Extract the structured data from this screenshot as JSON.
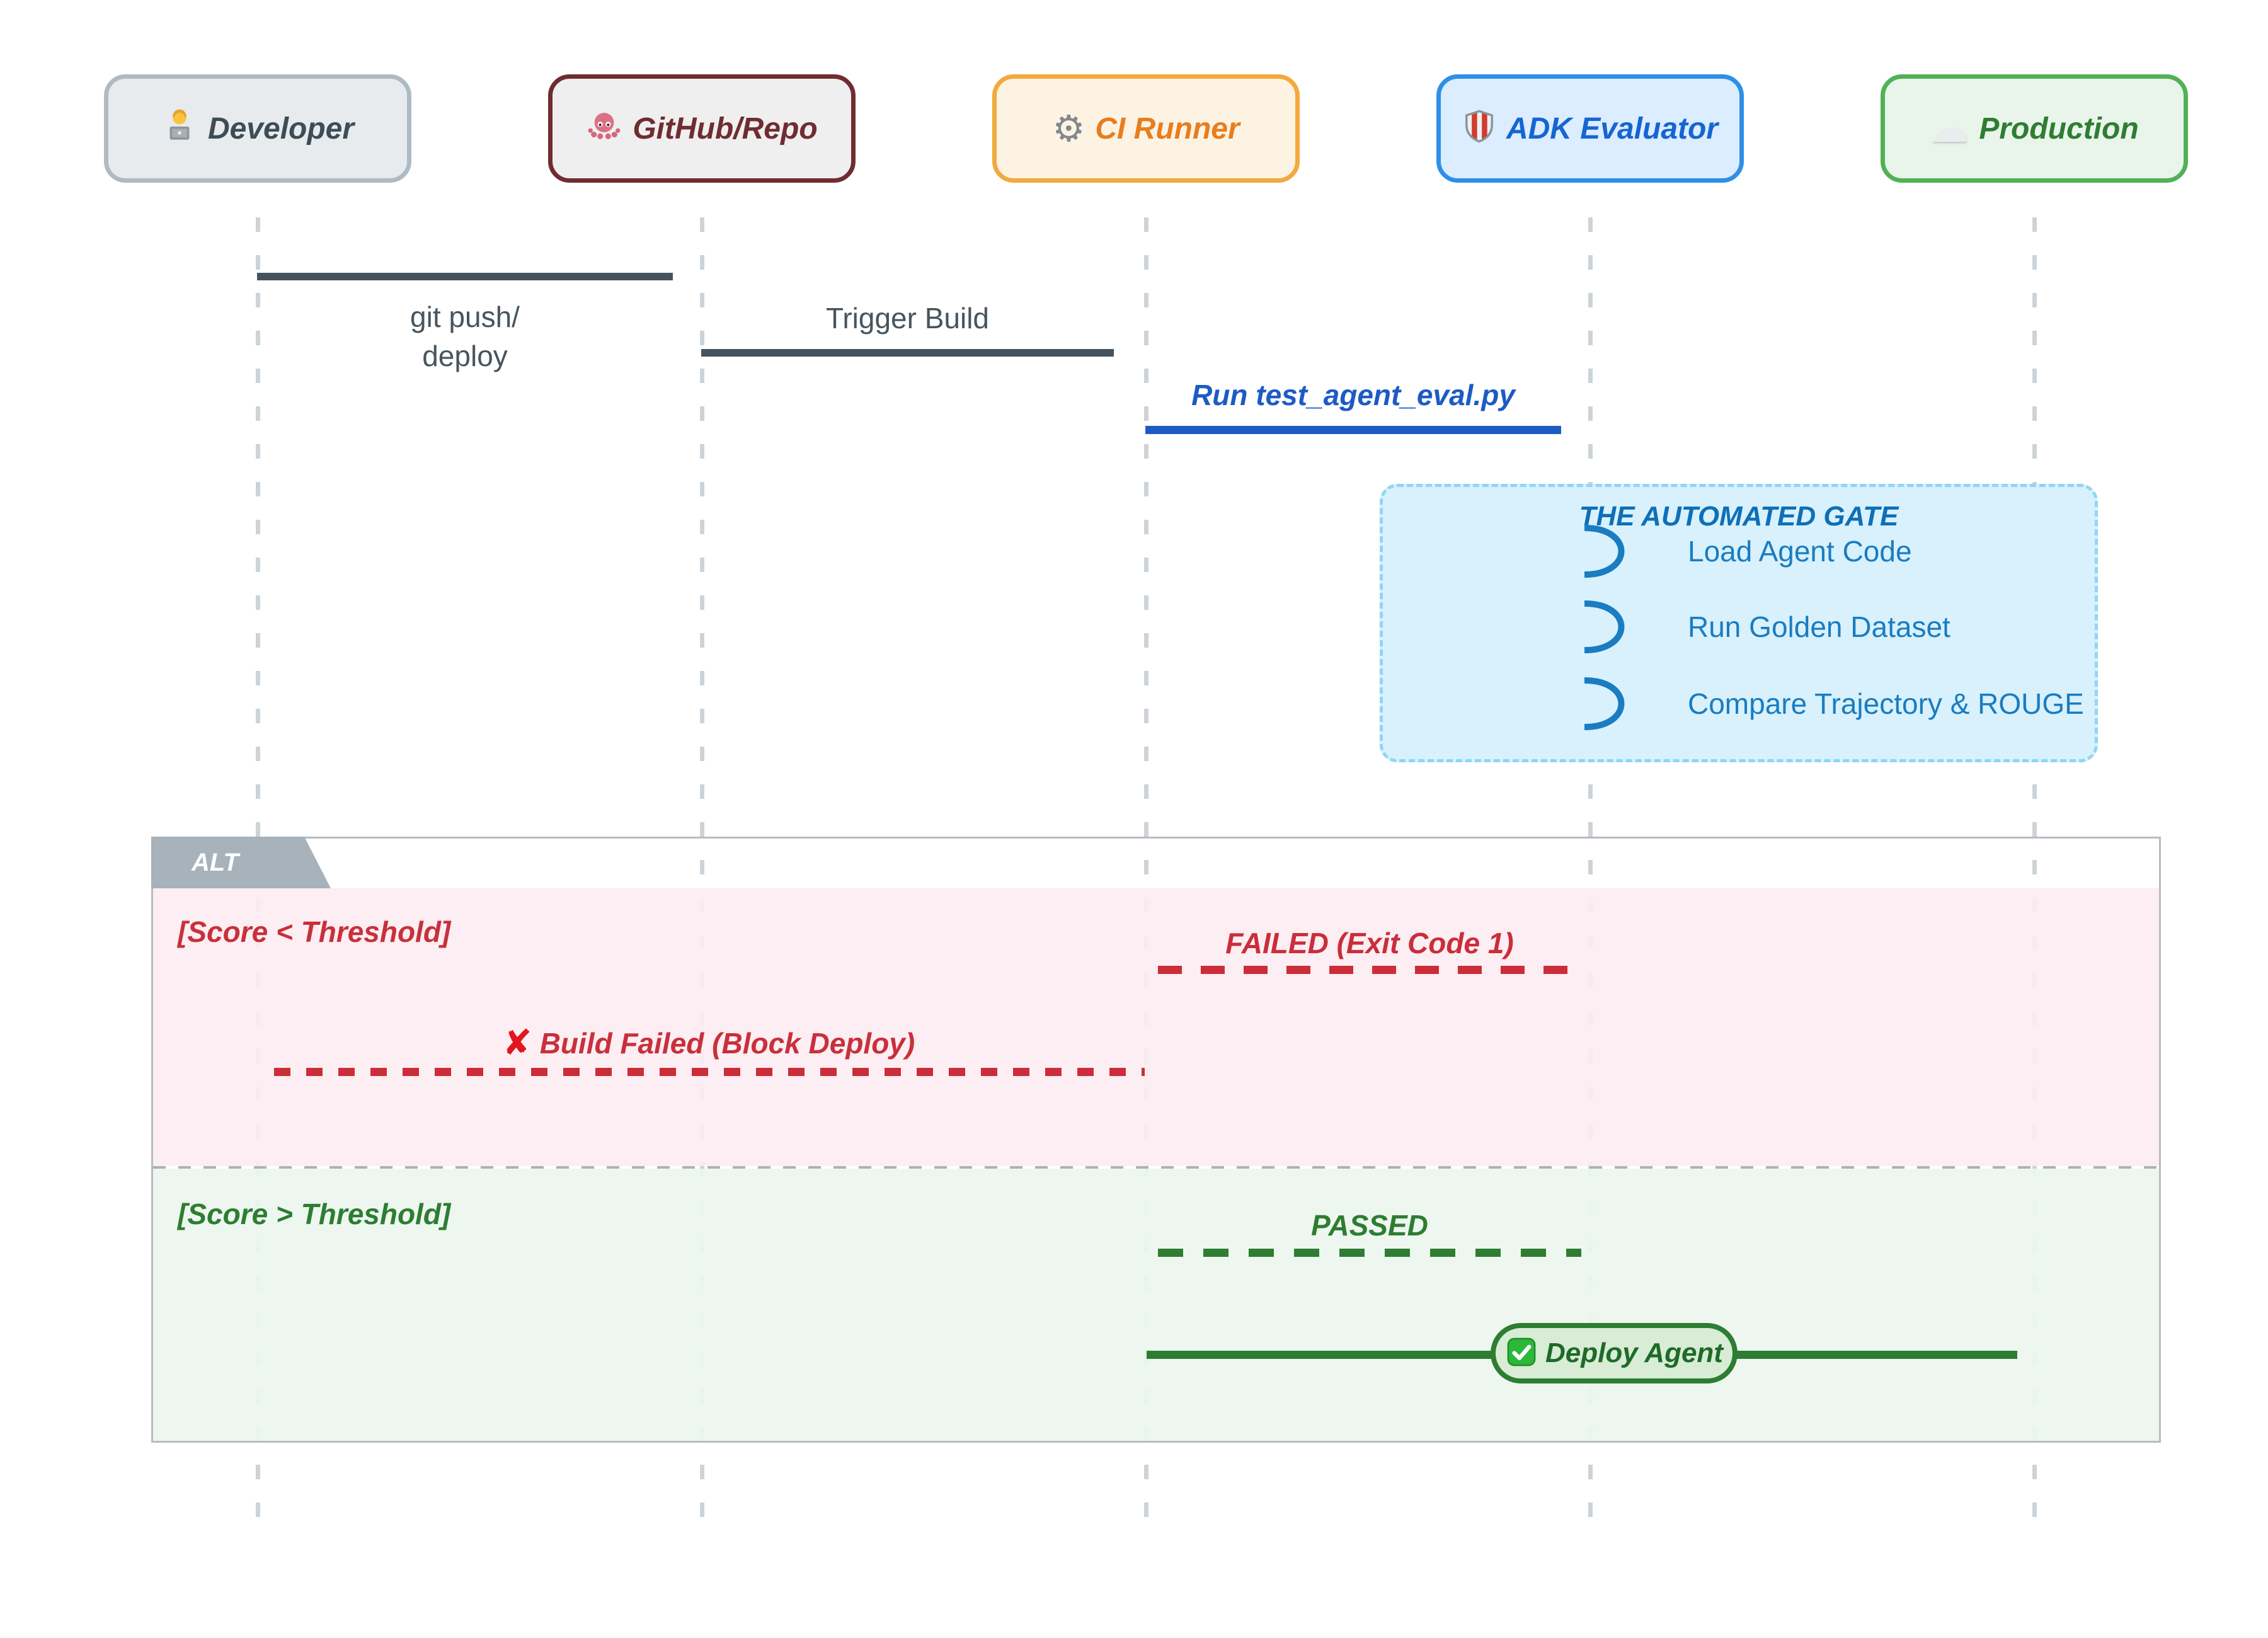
{
  "actors": [
    {
      "id": "developer",
      "label": "Developer",
      "icon": "person-technologist",
      "accent": "#3d4d56",
      "border": "#aebbc3",
      "bg": "#e7ebee"
    },
    {
      "id": "github",
      "label": "GitHub/Repo",
      "icon": "octopus",
      "accent": "#6f2d31",
      "border": "#6f2d31",
      "bg": "#f0efef"
    },
    {
      "id": "ci",
      "label": "CI Runner",
      "icon": "gear",
      "accent": "#e87d1e",
      "border": "#f2a93d",
      "bg": "#fdf3e3"
    },
    {
      "id": "adk",
      "label": "ADK Evaluator",
      "icon": "shield",
      "accent": "#1565d2",
      "border": "#2e8fe8",
      "bg": "#dbedfe"
    },
    {
      "id": "production",
      "label": "Production",
      "icon": "cloud",
      "accent": "#2e7d32",
      "border": "#51b156",
      "bg": "#e9f5ea"
    }
  ],
  "icons": {
    "gear_glyph": "⚙",
    "cloud_glyph": "☁",
    "cross_glyph": "✘"
  },
  "messages": {
    "git_push": "git push/\ndeploy",
    "trigger_build": "Trigger Build",
    "run_eval": "Run test_agent_eval.py"
  },
  "note": {
    "title": "THE AUTOMATED GATE",
    "items": [
      "Load Agent Code",
      "Run Golden Dataset",
      "Compare Trajectory & ROUGE"
    ]
  },
  "alt": {
    "label": "ALT",
    "fail_branch": {
      "condition": "[Score < Threshold]",
      "failed": "FAILED (Exit Code 1)",
      "build_failed": "Build Failed (Block Deploy)"
    },
    "pass_branch": {
      "condition": "[Score > Threshold]",
      "passed": "PASSED",
      "deploy": "Deploy Agent"
    }
  },
  "colors": {
    "slate_line": "#45535d",
    "blue_message": "#1d5bc4",
    "note_blue": "#1a7cc1",
    "note_title_blue": "#0e6fb7",
    "note_bg": "#d8f1fc",
    "note_border": "#8fd6f4",
    "red": "#c8303c",
    "red_dash": "#cb2d3a",
    "bright_red_x": "#e2161f",
    "green": "#2e7d32",
    "fail_section_bg": "#fcedf1",
    "pass_section_bg": "#ecf6ee",
    "frame_border": "#b5bcc2",
    "tab_gray": "#a7b2ba",
    "lifeline_gray": "#ccd3d9"
  }
}
